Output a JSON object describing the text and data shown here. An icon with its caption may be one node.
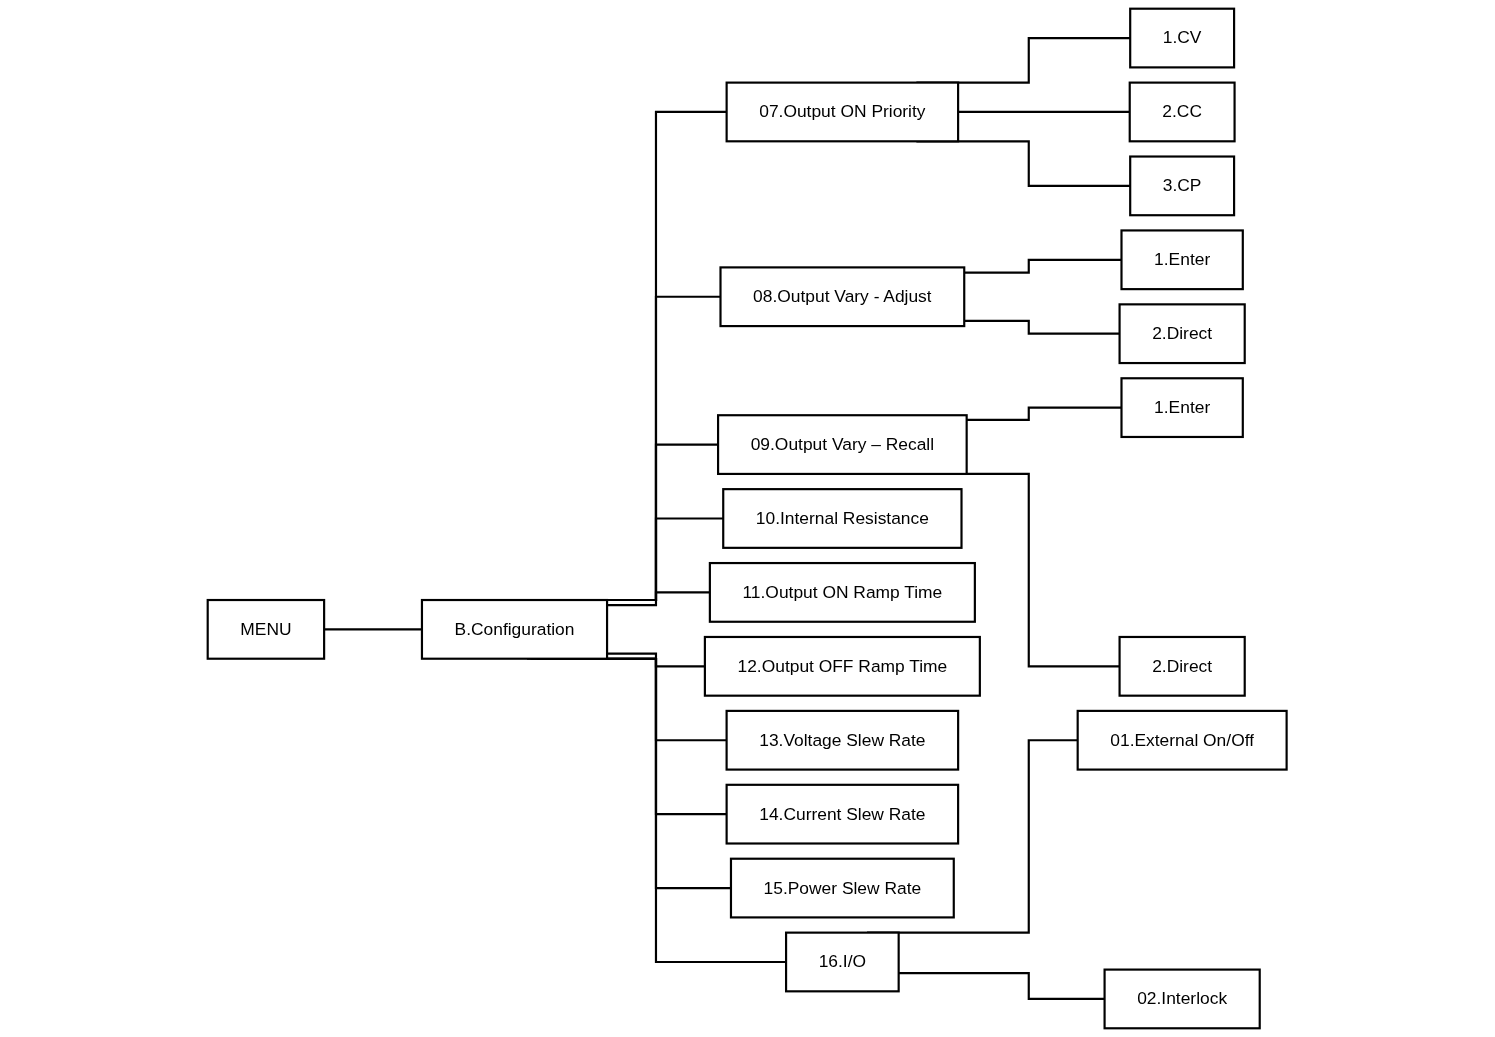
{
  "diagram": {
    "nodes": [
      {
        "text": [
          "MENU"
        ]
      },
      {
        "text": [
          "B.Configuration"
        ]
      },
      {
        "text": [
          "07.Output ON Priority"
        ]
      },
      {
        "text": [
          "1.CV"
        ]
      },
      {
        "text": [
          "2.CC"
        ]
      },
      {
        "text": [
          "3.CP"
        ]
      },
      {
        "text": [
          "08.Output Vary - Adjust"
        ]
      },
      {
        "text": [
          "1.Enter"
        ]
      },
      {
        "text": [
          "2.Direct"
        ]
      },
      {
        "text": [
          "09.Output Vary – Recall"
        ]
      },
      {
        "text": [
          "1.Enter"
        ]
      },
      {
        "text": [
          "2.Direct"
        ]
      },
      {
        "text": [
          "10.Internal Resistance"
        ]
      },
      {
        "text": [
          "11.Output ON Ramp Time"
        ]
      },
      {
        "text": [
          "12.Output OFF Ramp Time"
        ]
      },
      {
        "text": [
          "13.Voltage Slew Rate"
        ]
      },
      {
        "text": [
          "14.Current Slew Rate"
        ]
      },
      {
        "text": [
          "15.Power Slew Rate"
        ]
      },
      {
        "text": [
          "16.I/O"
        ]
      },
      {
        "text": [
          "01.External On/Off"
        ]
      },
      {
        "text": [
          "02.Interlock"
        ]
      }
    ],
    "edges": [
      {
        "from": 0,
        "to": 1,
        "arrow": "none"
      },
      {
        "from": 1,
        "to": 2,
        "arrow": "none"
      },
      {
        "from": 2,
        "to": 3,
        "arrow": "none"
      },
      {
        "from": 2,
        "to": 4,
        "arrow": "none"
      },
      {
        "from": 2,
        "to": 5,
        "arrow": "none"
      },
      {
        "from": 1,
        "to": 6,
        "arrow": "none"
      },
      {
        "from": 6,
        "to": 7,
        "arrow": "none"
      },
      {
        "from": 6,
        "to": 8,
        "arrow": "none"
      },
      {
        "from": 1,
        "to": 9,
        "arrow": "none"
      },
      {
        "from": 9,
        "to": 10,
        "arrow": "none"
      },
      {
        "from": 9,
        "to": 11,
        "arrow": "none"
      },
      {
        "from": 1,
        "to": 12,
        "arrow": "none"
      },
      {
        "from": 1,
        "to": 13,
        "arrow": "none"
      },
      {
        "from": 1,
        "to": 14,
        "arrow": "none"
      },
      {
        "from": 1,
        "to": 15,
        "arrow": "none"
      },
      {
        "from": 1,
        "to": 16,
        "arrow": "none"
      },
      {
        "from": 1,
        "to": 17,
        "arrow": "none"
      },
      {
        "from": 1,
        "to": 18,
        "arrow": "none"
      },
      {
        "from": 18,
        "to": 19,
        "arrow": "none"
      },
      {
        "from": 18,
        "to": 20,
        "arrow": "none"
      }
    ]
  }
}
